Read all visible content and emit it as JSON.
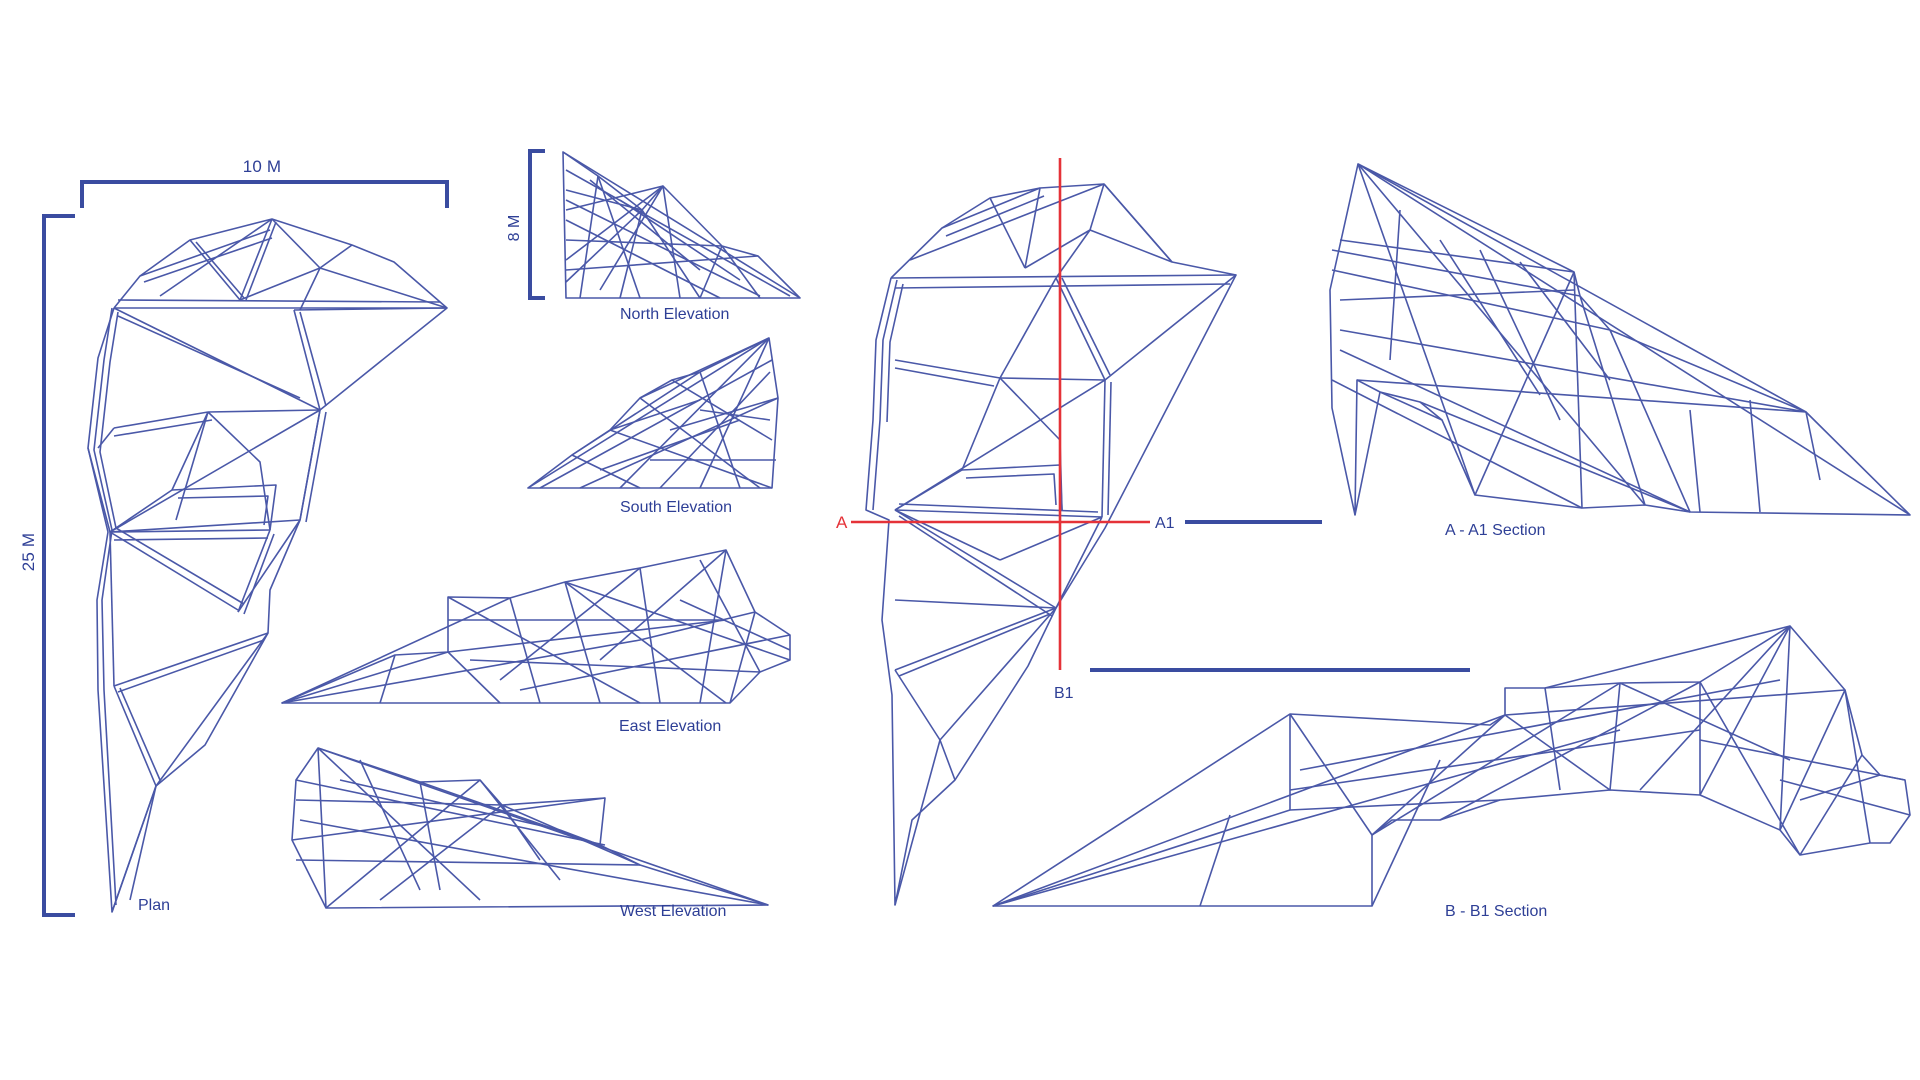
{
  "colors": {
    "linework": "#4a58a8",
    "dimension": "#3a4ca0",
    "cut_line": "#e53238",
    "background": "#ffffff"
  },
  "dimensions": {
    "width_top": "10 M",
    "height_left": "25 M",
    "height_elev": "8 M"
  },
  "views": {
    "plan": "Plan",
    "north": "North Elevation",
    "south": "South Elevation",
    "east": "East Elevation",
    "west": "West Elevation",
    "section_a": "A - A1  Section",
    "section_b": "B - B1  Section"
  },
  "cut_markers": {
    "a": "A",
    "a1": "A1",
    "b1": "B1"
  }
}
